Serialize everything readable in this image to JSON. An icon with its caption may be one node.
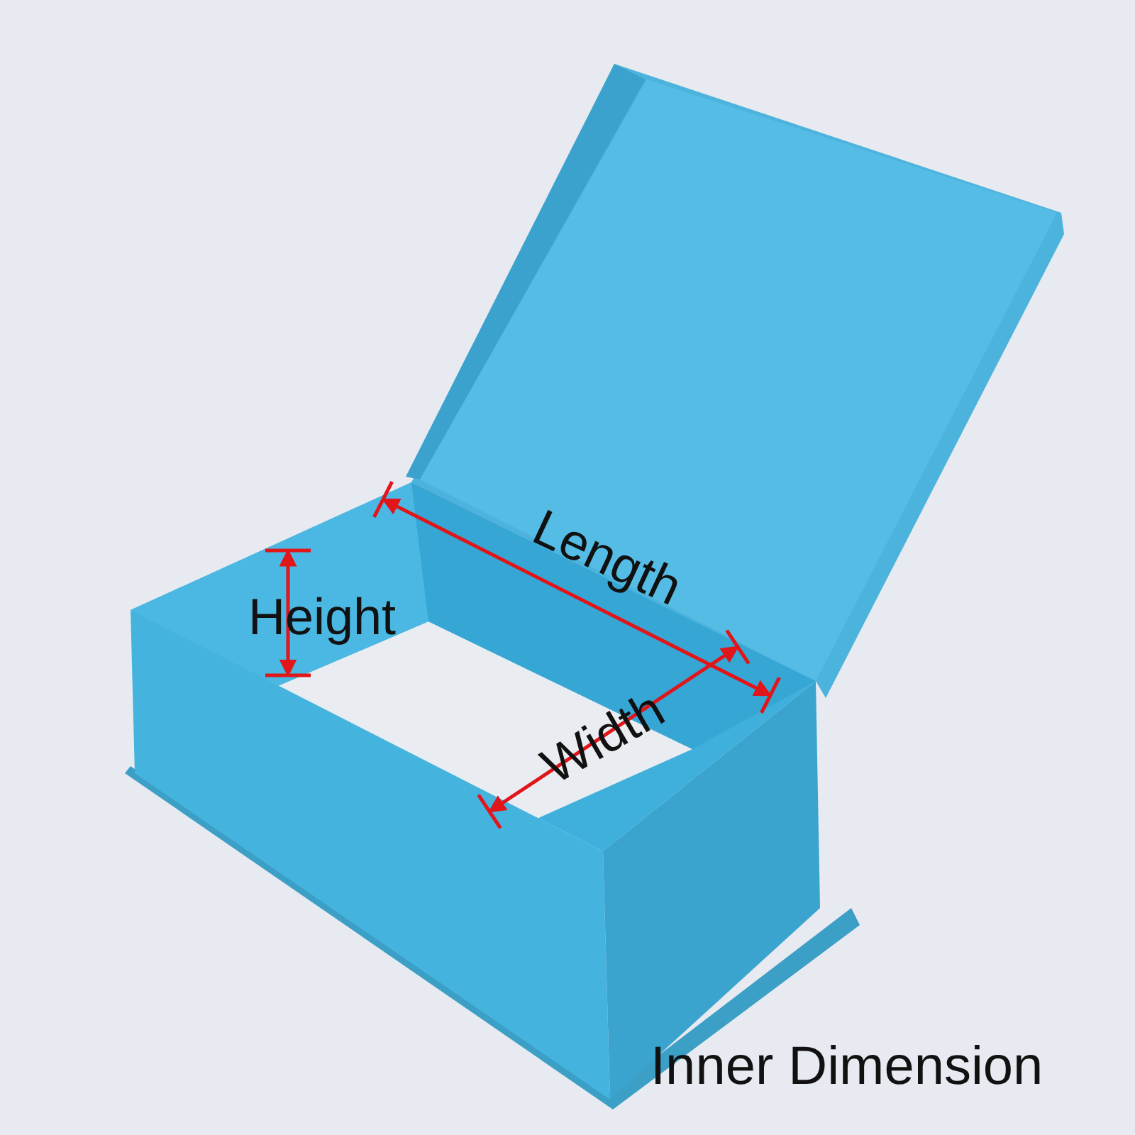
{
  "diagram": {
    "labels": [
      "Length",
      "Height",
      "Width",
      "Inner Dimension"
    ]
  }
}
